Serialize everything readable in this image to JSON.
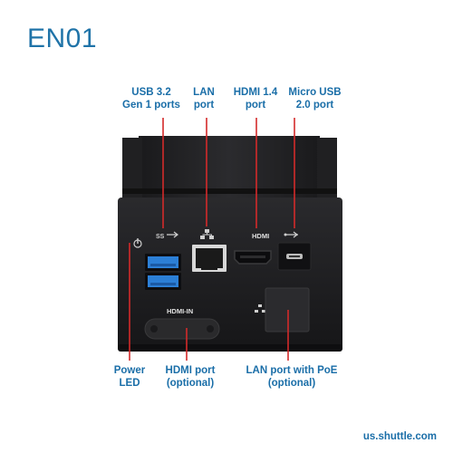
{
  "title": "EN01",
  "footer": "us.shuttle.com",
  "colors": {
    "accent": "#1a6ea8",
    "pointer": "#d32a2a",
    "device_body": "#1f1f21",
    "usb_blue": "#2c7fd6"
  },
  "callouts": {
    "usb": "USB 3.2\nGen 1 ports",
    "lan": "LAN\nport",
    "hdmi": "HDMI 1.4\nport",
    "micro_usb": "Micro USB\n2.0 port",
    "power": "Power\nLED",
    "hdmi_in": "HDMI port\n(optional)",
    "lan_poe": "LAN port with PoE\n(optional)"
  },
  "device_labels": {
    "hdmi": "HDMI",
    "hdmi_in": "HDMI-IN"
  },
  "icons": [
    "usb-superspeed-icon",
    "network-icon",
    "usb-icon",
    "power-icon"
  ]
}
